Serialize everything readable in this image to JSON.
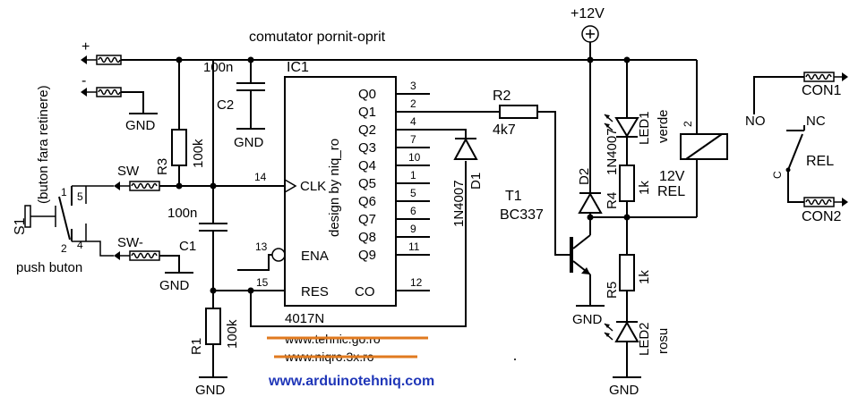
{
  "title": "comutator pornit-oprit",
  "supply": "+12V",
  "ic": {
    "ref": "IC1",
    "part": "4017N",
    "inner_text": "design by niq_ro",
    "clk": "CLK",
    "ena": "ENA",
    "res": "RES",
    "co": "CO",
    "outputs": [
      "Q0",
      "Q1",
      "Q2",
      "Q3",
      "Q4",
      "Q5",
      "Q6",
      "Q7",
      "Q8",
      "Q9"
    ],
    "output_pins": [
      "3",
      "2",
      "4",
      "7",
      "10",
      "1",
      "5",
      "6",
      "9",
      "11"
    ],
    "pin_clk": "14",
    "pin_ena": "13",
    "pin_res": "15",
    "pin_co": "12"
  },
  "inputs": {
    "plus": "+",
    "minus": "-",
    "sw": "SW",
    "sw_minus": "SW-",
    "gnd": "GND"
  },
  "switch": {
    "ref": "S1",
    "note": "(buton fara retinere)",
    "caption": "push buton",
    "pins": [
      "1",
      "5",
      "2",
      "4"
    ]
  },
  "components": {
    "c2": "C2",
    "c2_value": "100n",
    "c1": "C1",
    "c1_value": "100n",
    "r3": "R3",
    "r3_value": "100k",
    "r1": "R1",
    "r1_value": "100k",
    "r2": "R2",
    "r2_value": "4k7",
    "d1": "D1",
    "d1_value": "1N4007",
    "d2": "D2",
    "d2_value": "1N4007",
    "t1": "T1",
    "t1_value": "BC337",
    "r4": "R4",
    "r4_value": "1k",
    "r5": "R5",
    "r5_value": "1k",
    "led1": "LED1",
    "led1_color": "verde",
    "led2": "LED2",
    "led2_color": "rosu",
    "relay_coil_pin": "2",
    "relay_label": "12V",
    "relay_ref": "REL",
    "rel": "REL",
    "no": "NO",
    "nc": "NC",
    "c": "C",
    "con1": "CON1",
    "con2": "CON2"
  },
  "links": {
    "site1": "www.tehnic.go.ro",
    "site2": "www.niqro.3x.ro",
    "site3": "www.arduinotehniq.com"
  },
  "colors": {
    "link_blue": "#1f36b8",
    "strike_orange": "#e07a1f"
  }
}
